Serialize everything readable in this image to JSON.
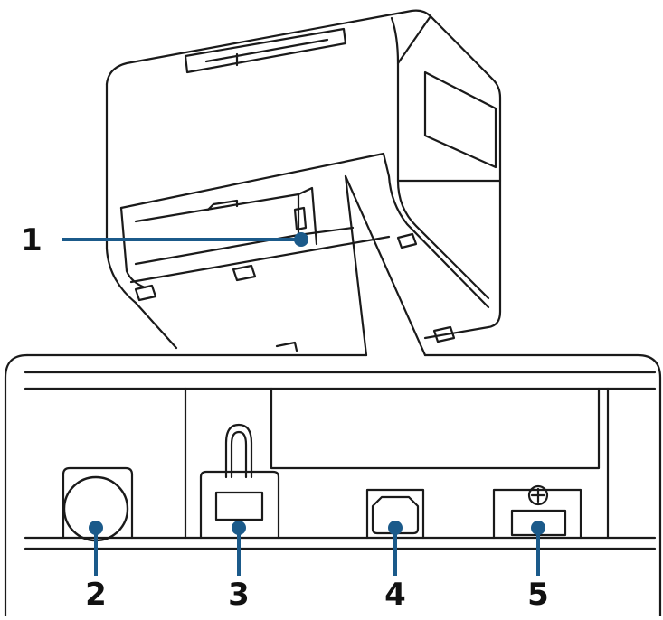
{
  "diagram": {
    "callouts": [
      {
        "label": "1",
        "part": "port-cover"
      },
      {
        "label": "2",
        "part": "power-connector"
      },
      {
        "label": "3",
        "part": "security-slot"
      },
      {
        "label": "4",
        "part": "usb-connector"
      },
      {
        "label": "5",
        "part": "drawer-kick-out-connector"
      }
    ],
    "colors": {
      "leader": "#1b5a8a",
      "outline": "#1a1a1a",
      "background": "#ffffff"
    },
    "icons": [
      "round-connector-icon",
      "padlock-slot-icon",
      "usb-b-port-icon",
      "screw-icon"
    ]
  }
}
